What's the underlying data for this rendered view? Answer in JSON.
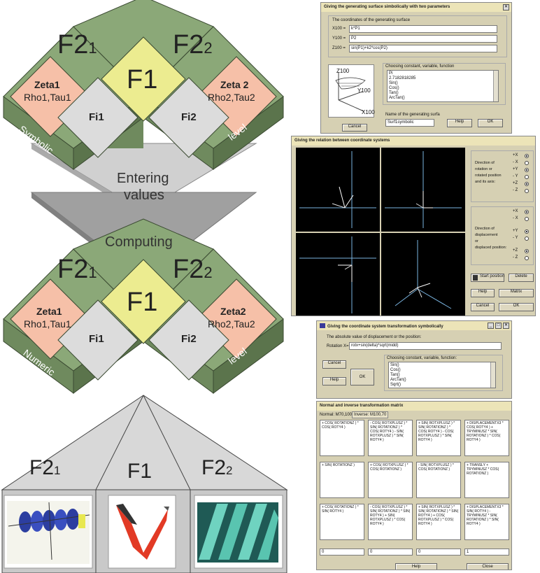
{
  "diagram": {
    "symbolic": {
      "f2_1": "F2",
      "sub_1": "1",
      "f2_2": "F2",
      "sub_2": "2",
      "f1": "F1",
      "zeta1": "Zeta1",
      "rho1": "Rho1,Tau1",
      "zeta2": "Zeta 2",
      "rho2": "Rho2,Tau2",
      "fi1": "Fi1",
      "fi2": "Fi2",
      "left_word": "Symbolic",
      "right_word": "level"
    },
    "stage1_a": "Entering",
    "stage1_b": "values",
    "stage2": "Computing",
    "numeric": {
      "f2_1": "F2",
      "sub_1": "1",
      "f2_2": "F2",
      "sub_2": "2",
      "f1": "F1",
      "zeta1": "Zeta1",
      "rho1": "Rho1,Tau1",
      "zeta2": "Zeta2",
      "rho2": "Rho2,Tau2",
      "fi1": "Fi1",
      "fi2": "Fi2",
      "left_word": "Numeric",
      "right_word": "level"
    },
    "bottom": {
      "f2_1": "F2",
      "sub_1": "1",
      "f1": "F1",
      "f2_2": "F2",
      "sub_2": "2"
    }
  },
  "win_surface": {
    "title": "Giving the generating surface simbolically with two parameters",
    "coords_label": "The coordinates of the generating surface",
    "x_label": "X100 =",
    "x_value": "k*P1",
    "y_label": "Y100 =",
    "y_value": "P2",
    "z_label": "Z100 =",
    "z_value": "sin(P1)+k2*cos(P2)",
    "list_label": "Choosing constant, variable, function",
    "list_items": [
      "Pi",
      "2.7182818285",
      "Sin()",
      "Cos()",
      "Tan()",
      "ArcTan()"
    ],
    "axis_z": "Z100",
    "axis_y": "Y100",
    "axis_x": "X100",
    "name_label": "Name of the generating surfa",
    "name_value": "Surf1symbolic",
    "cancel": "Cancel",
    "help": "Help",
    "ok": "OK"
  },
  "win_relation": {
    "title": "Giving the relation between coordinate systems",
    "rot_label": [
      "Direction of",
      "rotation or",
      "rotated position",
      "and its axis:"
    ],
    "rot_options": [
      "+X",
      "- X",
      "+Y",
      "- Y",
      "+Z",
      "- Z"
    ],
    "disp_label": [
      "Direction of",
      "displacement",
      "or",
      "displaced position:"
    ],
    "disp_options": [
      "+X",
      "- X",
      "+Y",
      "- Y",
      "+Z",
      "- Z"
    ],
    "start": "Start position",
    "delete": "Delete",
    "help": "Help",
    "matrix": "Matrix",
    "cancel": "Cancel",
    "ok": "OK"
  },
  "win_transform": {
    "title": "Giving the coordinate system transformation symbolically",
    "value_label": "The absolute value of displacement or the position:",
    "rotation_label": "Rotation X=",
    "rotation_value": "rotx+sin(delta)*sqrt(midd)",
    "cancel": "Cancel",
    "help": "Help",
    "ok": "OK",
    "list_label": "Choosing constant, variable, function:",
    "list_items": [
      "Sin()",
      "Cos()",
      "Tan()",
      "ArcTan()",
      "Sqrt()"
    ]
  },
  "win_matrix": {
    "title": "Normal and inverse transformation matrix",
    "tab_normal": "Normal: M70,100",
    "tab_inverse": "Inverse: M100,70",
    "cells": [
      [
        "+ COS( ROTATIONZ ) * COS( ROTY4 )",
        "- COS( ROTXPLUSZ ) * SIN( ROTATIONZ ) * COS( ROTY4 ) - SIN( ROTXPLUSZ ) * SIN( ROTY4 )",
        "+ SIN( ROTXPLUSZ ) * SIN( ROTATIONZ ) * COS( ROTY4 ) - COS( ROTXPLUSZ ) * SIN( ROTY4 )",
        "+ DISPLACEMENTX3 * COS( ROTY4 ) + TRYMINUSZ * SIN( ROTATIONZ ) * COS( ROTY4 )"
      ],
      [
        "+ SIN( ROTATIONZ )",
        "+ COS( ROTXPLUSZ ) * COS( ROTATIONZ )",
        "- SIN( ROTXPLUSZ ) * COS( ROTATIONZ )",
        "+ TRANSLY + TRYMINUSZ * COS( ROTATIONZ )"
      ],
      [
        "+ COS( ROTATIONZ ) * SIN( ROTY4 )",
        "- COS( ROTXPLUSZ ) * SIN( ROTATIONZ ) * SIN( ROTY4 ) + SIN( ROTXPLUSZ ) * COS( ROTY4 )",
        "+ SIN( ROTXPLUSZ ) * SIN( ROTATIONZ ) * SIN( ROTY4 ) + COS( ROTXPLUSZ ) * COS( ROTY4 )",
        "+ DISPLACEMENTX3 * SIN( ROTY4 ) - TRYMINUSZ * SIN( ROTATIONZ ) * SIN( ROTY4 )"
      ],
      [
        "0",
        "0",
        "0",
        "1"
      ]
    ],
    "help": "Help",
    "close": "Close"
  },
  "colors": {
    "green": "#8ba878",
    "yellow": "#ecec90",
    "salmon": "#f6c0a8",
    "gray_tile": "#dcdcdc",
    "dialog_bg": "#d6d0b3"
  }
}
